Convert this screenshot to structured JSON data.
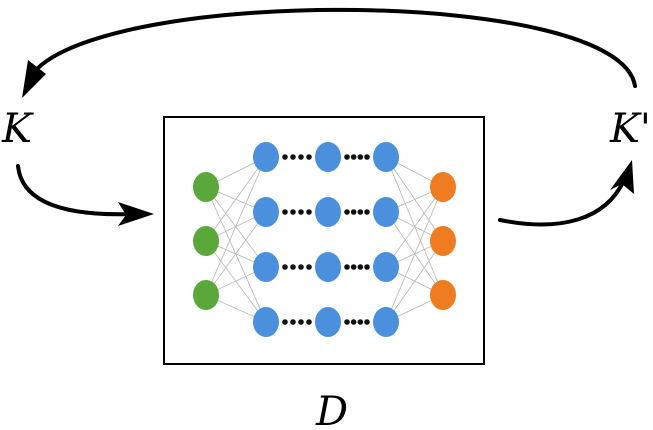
{
  "labels": {
    "input": "K",
    "output": "K'",
    "network": "D"
  },
  "colors": {
    "input_node": "#5aa83a",
    "hidden_node": "#4a90dc",
    "output_node": "#f07c22",
    "edge": "#b8b8b8",
    "stroke": "#000000"
  },
  "network": {
    "input_nodes": 3,
    "hidden_layers": 3,
    "hidden_nodes_per_layer": 4,
    "output_nodes": 3
  }
}
